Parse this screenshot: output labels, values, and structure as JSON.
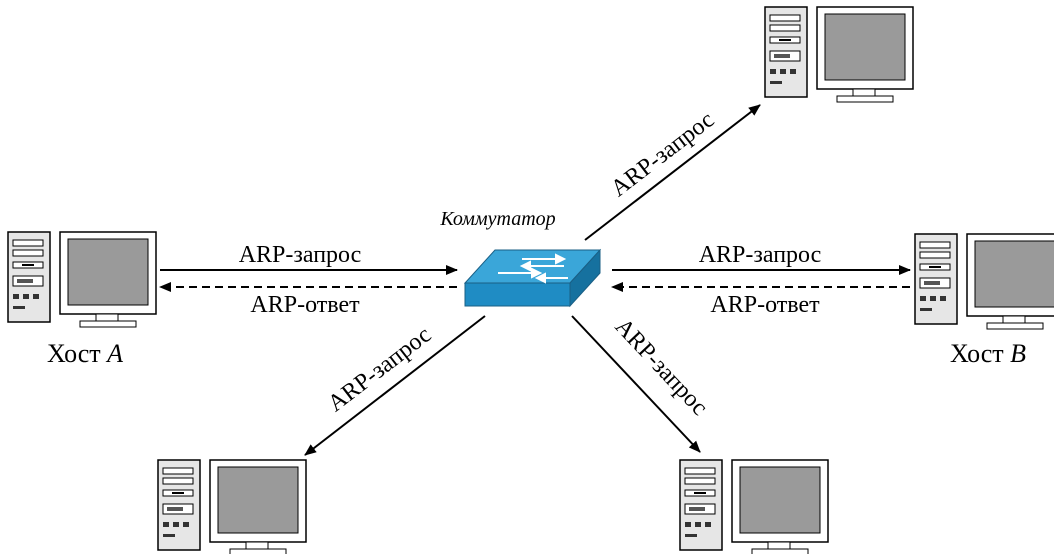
{
  "switch": {
    "label": "Коммутатор"
  },
  "hosts": {
    "a": {
      "label_prefix": "Хост ",
      "label_letter": "A"
    },
    "b": {
      "label_prefix": "Хост ",
      "label_letter": "B"
    }
  },
  "links": {
    "host_a": {
      "request": "ARP-запрос",
      "reply": "ARP-ответ"
    },
    "host_b": {
      "request": "ARP-запрос",
      "reply": "ARP-ответ"
    },
    "top_right": {
      "request": "ARP-запрос"
    },
    "bottom_left": {
      "request": "ARP-запрос"
    },
    "bottom_right": {
      "request": "ARP-запрос"
    }
  },
  "colors": {
    "switch_top": "#3aa6d9",
    "switch_front": "#1f8cc4",
    "switch_side": "#16719f",
    "monitor_screen": "#9a9a9a",
    "case": "#e6e6e6"
  }
}
